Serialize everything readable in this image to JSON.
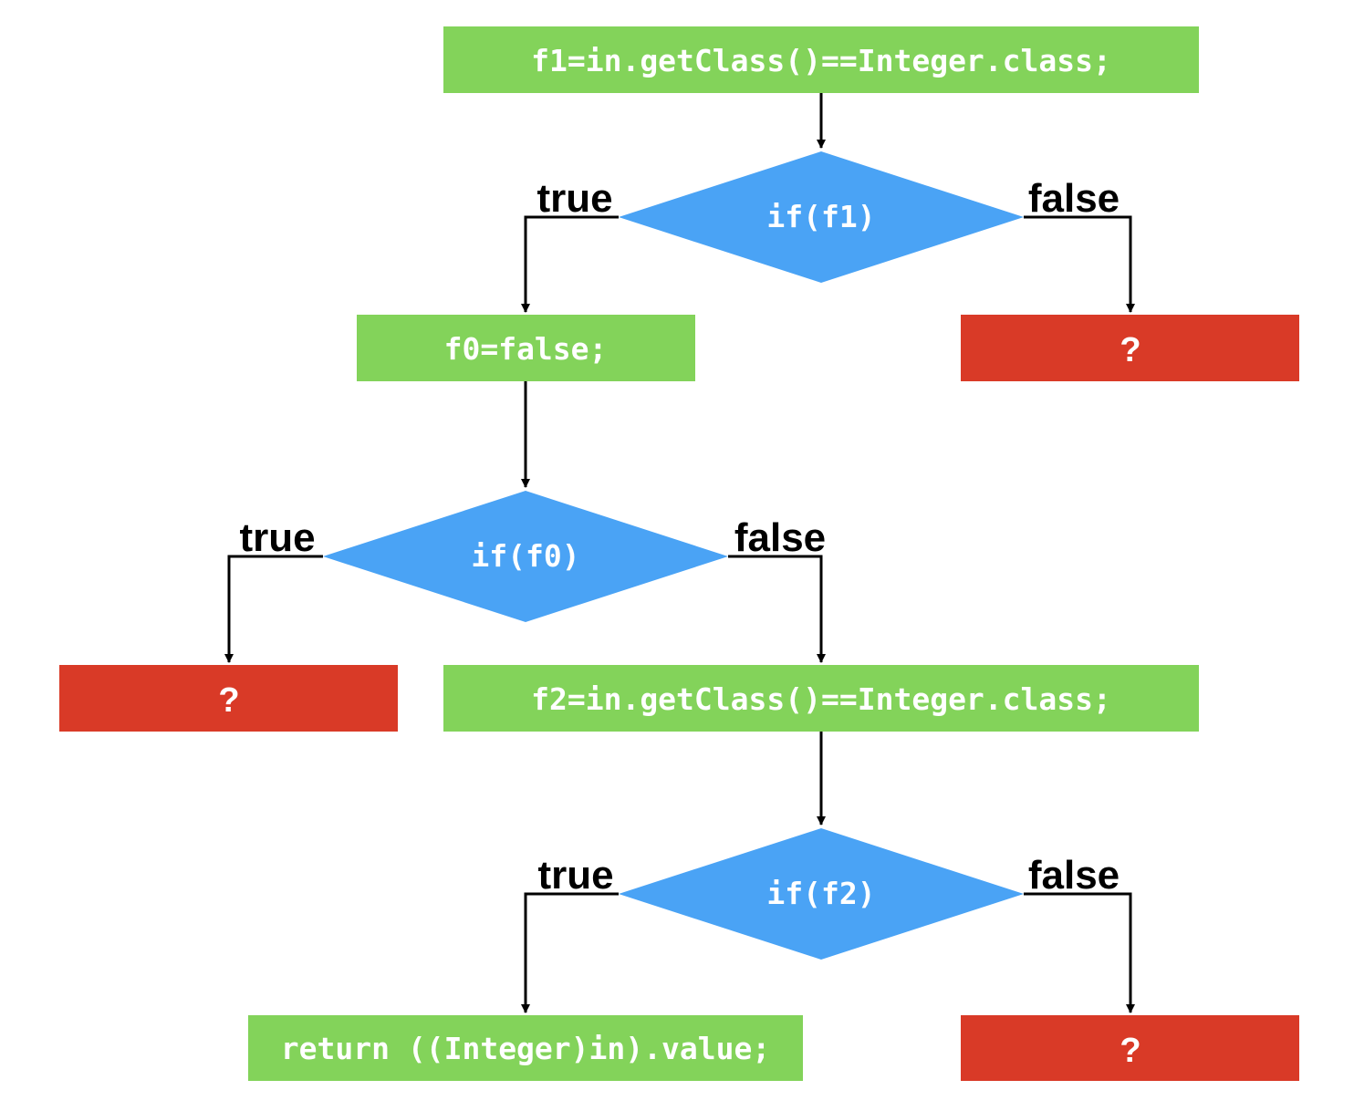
{
  "colors": {
    "process": "#83d35a",
    "decision": "#4aa3f5",
    "unknown": "#d93a27",
    "line": "#000000",
    "text_on_shape": "#ffffff"
  },
  "nodes": {
    "n1": {
      "kind": "process",
      "text": "f1=in.getClass()==Integer.class;"
    },
    "d1": {
      "kind": "decision",
      "text": "if(f1)"
    },
    "n2": {
      "kind": "process",
      "text": "f0=false;"
    },
    "u1": {
      "kind": "unknown",
      "text": "?"
    },
    "d2": {
      "kind": "decision",
      "text": "if(f0)"
    },
    "u2": {
      "kind": "unknown",
      "text": "?"
    },
    "n3": {
      "kind": "process",
      "text": "f2=in.getClass()==Integer.class;"
    },
    "d3": {
      "kind": "decision",
      "text": "if(f2)"
    },
    "n4": {
      "kind": "process",
      "text": "return ((Integer)in).value;"
    },
    "u3": {
      "kind": "unknown",
      "text": "?"
    }
  },
  "edge_labels": {
    "d1_true": "true",
    "d1_false": "false",
    "d2_true": "true",
    "d2_false": "false",
    "d3_true": "true",
    "d3_false": "false"
  }
}
